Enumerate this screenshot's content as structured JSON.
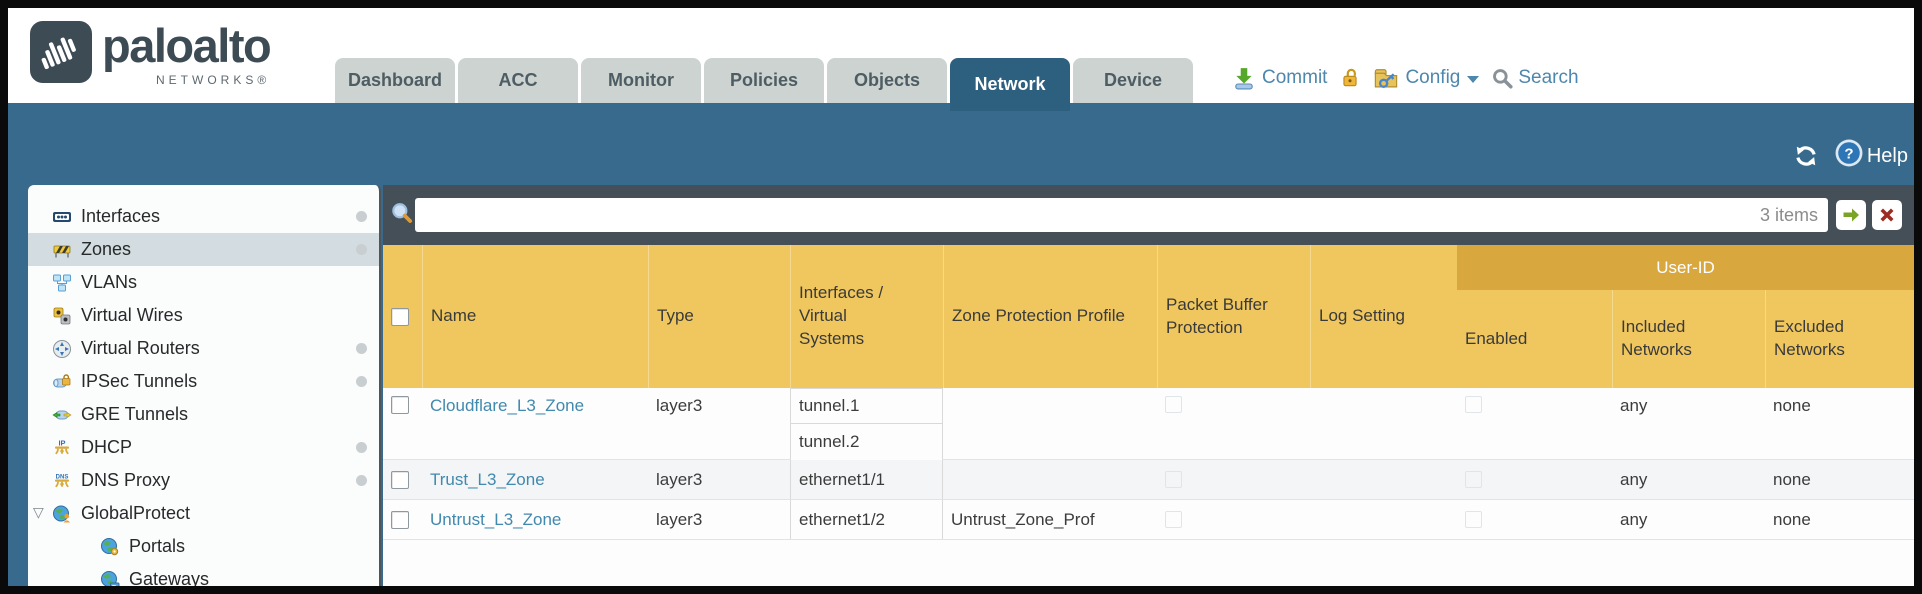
{
  "header": {
    "brand": "paloalto",
    "brand_sub": "NETWORKS®",
    "tabs": [
      {
        "label": "Dashboard",
        "active": false
      },
      {
        "label": "ACC",
        "active": false
      },
      {
        "label": "Monitor",
        "active": false
      },
      {
        "label": "Policies",
        "active": false
      },
      {
        "label": "Objects",
        "active": false
      },
      {
        "label": "Network",
        "active": true
      },
      {
        "label": "Device",
        "active": false
      }
    ],
    "utilities": {
      "commit_label": "Commit",
      "config_label": "Config",
      "search_label": "Search",
      "icons": [
        "commit-icon",
        "lock-icon",
        "config-icon",
        "caret-down-icon",
        "search-icon"
      ]
    }
  },
  "band": {
    "help_label": "Help",
    "icons": [
      "refresh-icon",
      "help-icon"
    ]
  },
  "sidebar": {
    "items": [
      {
        "label": "Interfaces",
        "icon": "interfaces-icon",
        "has_dot": true,
        "selected": false,
        "indent": 0
      },
      {
        "label": "Zones",
        "icon": "zones-icon",
        "has_dot": true,
        "selected": true,
        "indent": 0
      },
      {
        "label": "VLANs",
        "icon": "vlans-icon",
        "has_dot": false,
        "selected": false,
        "indent": 0
      },
      {
        "label": "Virtual Wires",
        "icon": "virtual-wires-icon",
        "has_dot": false,
        "selected": false,
        "indent": 0
      },
      {
        "label": "Virtual Routers",
        "icon": "virtual-routers-icon",
        "has_dot": true,
        "selected": false,
        "indent": 0
      },
      {
        "label": "IPSec Tunnels",
        "icon": "ipsec-tunnels-icon",
        "has_dot": true,
        "selected": false,
        "indent": 0
      },
      {
        "label": "GRE Tunnels",
        "icon": "gre-tunnels-icon",
        "has_dot": false,
        "selected": false,
        "indent": 0
      },
      {
        "label": "DHCP",
        "icon": "dhcp-icon",
        "has_dot": true,
        "selected": false,
        "indent": 0
      },
      {
        "label": "DNS Proxy",
        "icon": "dns-proxy-icon",
        "has_dot": true,
        "selected": false,
        "indent": 0
      },
      {
        "label": "GlobalProtect",
        "icon": "globalprotect-icon",
        "has_dot": false,
        "selected": false,
        "indent": 0,
        "expanded": true
      },
      {
        "label": "Portals",
        "icon": "portals-icon",
        "has_dot": false,
        "selected": false,
        "indent": 1
      },
      {
        "label": "Gateways",
        "icon": "gateways-icon",
        "has_dot": false,
        "selected": false,
        "indent": 1
      }
    ]
  },
  "search": {
    "value": "",
    "items_count": "3 items",
    "icons": [
      "magnifier-icon",
      "apply-filter-icon",
      "clear-filter-icon"
    ]
  },
  "table": {
    "group_header": "User-ID",
    "columns": [
      "Name",
      "Type",
      "Interfaces / Virtual Systems",
      "Zone Protection Profile",
      "Packet Buffer Protection",
      "Log Setting",
      "Enabled",
      "Included Networks",
      "Excluded Networks"
    ],
    "rows": [
      {
        "name": "Cloudflare_L3_Zone",
        "type": "layer3",
        "interfaces": [
          "tunnel.1",
          "tunnel.2"
        ],
        "zone_protection_profile": "",
        "packet_buffer_protection": false,
        "log_setting": "",
        "enabled": false,
        "included_networks": "any",
        "excluded_networks": "none"
      },
      {
        "name": "Trust_L3_Zone",
        "type": "layer3",
        "interfaces": [
          "ethernet1/1"
        ],
        "zone_protection_profile": "",
        "packet_buffer_protection": false,
        "log_setting": "",
        "enabled": false,
        "included_networks": "any",
        "excluded_networks": "none"
      },
      {
        "name": "Untrust_L3_Zone",
        "type": "layer3",
        "interfaces": [
          "ethernet1/2"
        ],
        "zone_protection_profile": "Untrust_Zone_Prof",
        "packet_buffer_protection": false,
        "log_setting": "",
        "enabled": false,
        "included_networks": "any",
        "excluded_networks": "none"
      }
    ]
  },
  "colors": {
    "active_tab_teal": "#2d607f",
    "band_teal": "#376a8d",
    "search_band_slate": "#454f58",
    "header_gold": "#efc75e",
    "user_id_gold": "#d8a73e",
    "link_blue": "#4189ae",
    "inactive_tab_gray": "#ccd3d1"
  }
}
